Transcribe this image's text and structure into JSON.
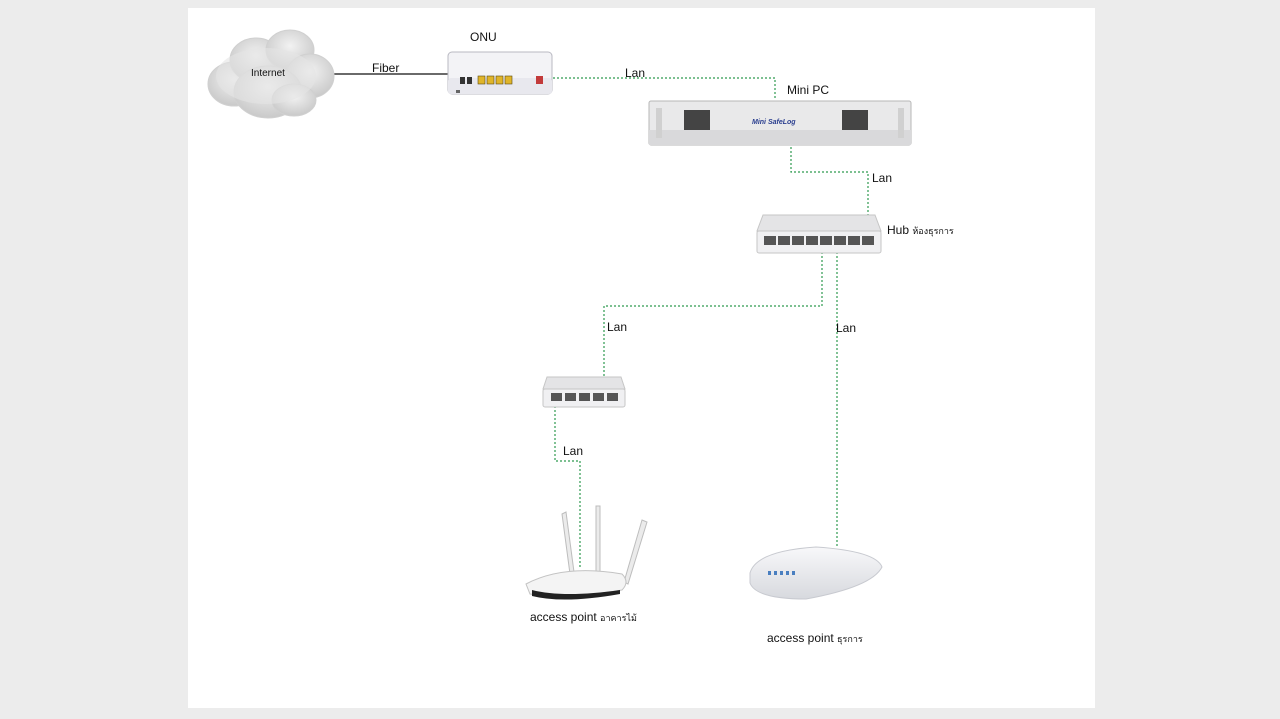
{
  "diagram": {
    "internet_label": "Internet",
    "fiber_label": "Fiber",
    "onu_label": "ONU",
    "minipc_label": "Mini PC",
    "minipc_brand": "Mini SafeLog",
    "hub_label": "Hub",
    "hub_room": "ห้องธุรการ",
    "lan_labels": [
      "Lan",
      "Lan",
      "Lan",
      "Lan",
      "Lan"
    ],
    "ap_wood_label": "access point",
    "ap_wood_building": "อาคารไม้",
    "ap_admin_label": "access point",
    "ap_admin_building": "ธุรการ"
  },
  "colors": {
    "lan_link": "#2e9a4f",
    "fiber_link": "#111111",
    "page_bg": "#ececec",
    "canvas_bg": "#ffffff"
  }
}
